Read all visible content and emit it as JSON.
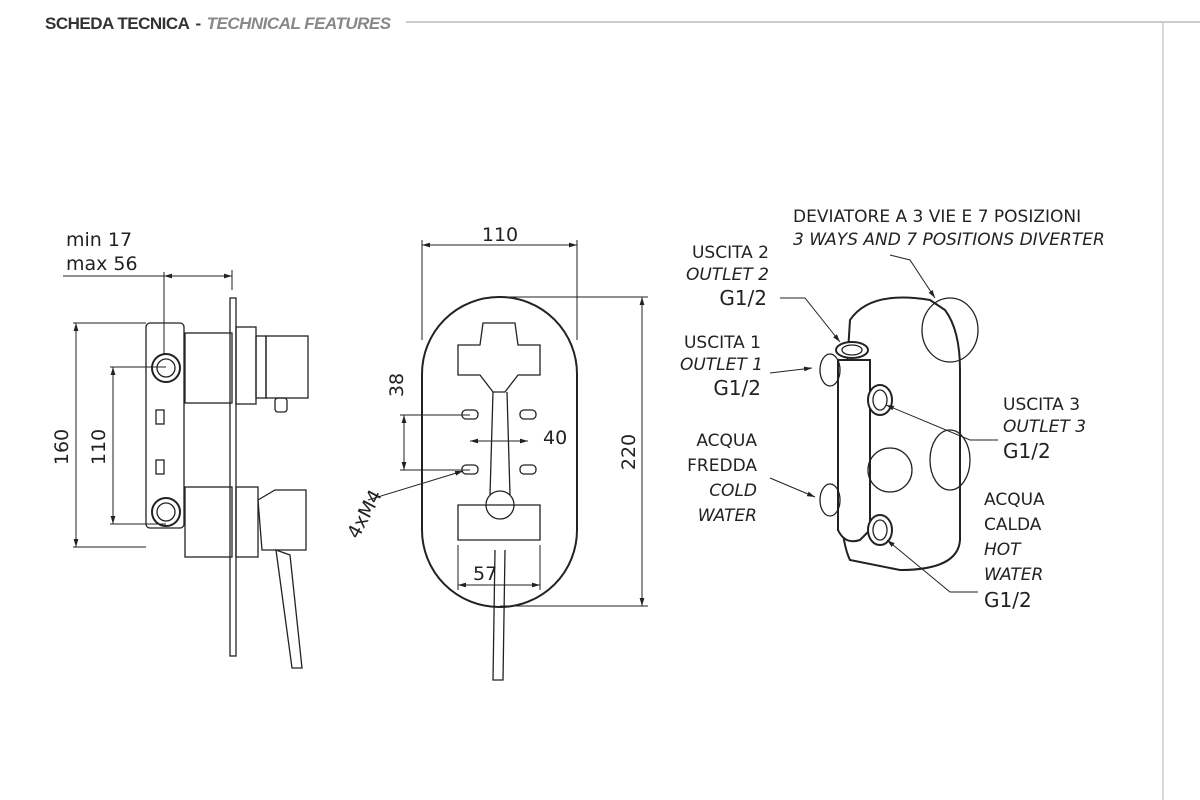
{
  "header": {
    "title_it": "SCHEDA TECNICA",
    "separator": "-",
    "title_en": "TECHNICAL FEATURES"
  },
  "side_view": {
    "depth_min": "min 17",
    "depth_max": "max 56",
    "height_total": "160",
    "inlet_spacing": "110"
  },
  "front_view": {
    "width": "110",
    "height": "220",
    "spacing_vertical": "38",
    "spacing_horizontal": "40",
    "bottom_width": "57",
    "screws": "4xM4"
  },
  "iso_view": {
    "diverter_it": "DEVIATORE A 3 VIE E 7 POSIZIONI",
    "diverter_en": "3 WAYS AND 7 POSITIONS DIVERTER",
    "outlet2_it": "USCITA 2",
    "outlet2_en": "OUTLET 2",
    "outlet2_thread": "G1/2",
    "outlet1_it": "USCITA 1",
    "outlet1_en": "OUTLET 1",
    "outlet1_thread": "G1/2",
    "outlet3_it": "USCITA 3",
    "outlet3_en": "OUTLET 3",
    "outlet3_thread": "G1/2",
    "cold_it_1": "ACQUA",
    "cold_it_2": "FREDDA",
    "cold_en_1": "COLD",
    "cold_en_2": "WATER",
    "hot_it_1": "ACQUA",
    "hot_it_2": "CALDA",
    "hot_en_1": "HOT",
    "hot_en_2": "WATER",
    "hot_thread": "G1/2"
  }
}
